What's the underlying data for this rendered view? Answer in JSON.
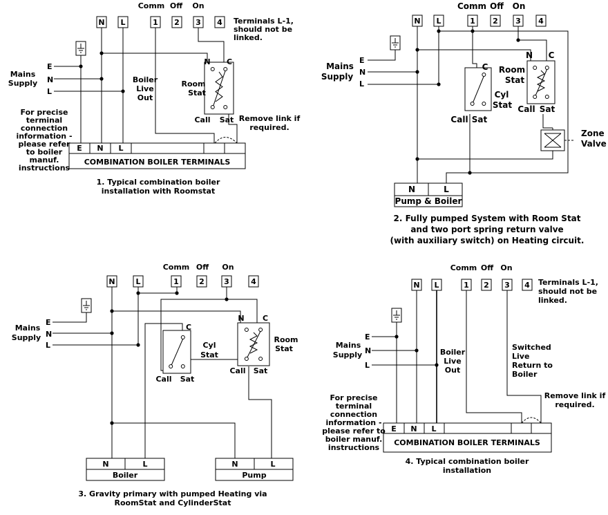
{
  "terminals": {
    "N": "N",
    "L": "L",
    "t1": "1",
    "t2": "2",
    "t3": "3",
    "t4": "4",
    "E": "E",
    "comm": "Comm",
    "off": "Off",
    "on": "On"
  },
  "supply": {
    "E": "E",
    "N": "N",
    "L": "L",
    "mains1": "Mains",
    "mains2": "Supply"
  },
  "switch": {
    "C": "C",
    "N": "N",
    "call": "Call",
    "sat": "Sat",
    "room1": "Room",
    "room2": "Stat",
    "cyl1": "Cyl",
    "cyl2": "Stat"
  },
  "notes": {
    "no_link": [
      "Terminals L-1,",
      "should not be",
      "linked."
    ],
    "remove_link": [
      "Remove link if",
      "required."
    ],
    "boiler_live": [
      "Boiler",
      "Live",
      "Out"
    ],
    "precise_1": [
      "For precise",
      "terminal",
      "connection",
      "information -",
      "please refer",
      "to boiler",
      "manuf.",
      "instructions"
    ],
    "precise_4": [
      "For precise",
      "terminal",
      "connection",
      "information -",
      "please refer to",
      "boiler manuf.",
      "instructions"
    ],
    "switched": [
      "Switched",
      "Live",
      "Return to",
      "Boiler"
    ],
    "zone": [
      "Zone",
      "Valve"
    ]
  },
  "blocks": {
    "combi": "COMBINATION BOILER TERMINALS",
    "pump_boiler": "Pump & Boiler",
    "boiler": "Boiler",
    "pump": "Pump"
  },
  "captions": {
    "d1": [
      "1. Typical combination boiler",
      "installation with Roomstat"
    ],
    "d2": [
      "2. Fully pumped System with Room Stat",
      "and two port spring return valve",
      "(with auxiliary switch) on Heating circuit."
    ],
    "d3": [
      "3. Gravity primary with pumped Heating via",
      "RoomStat and CylinderStat"
    ],
    "d4": [
      "4. Typical combination boiler",
      "installation"
    ]
  }
}
